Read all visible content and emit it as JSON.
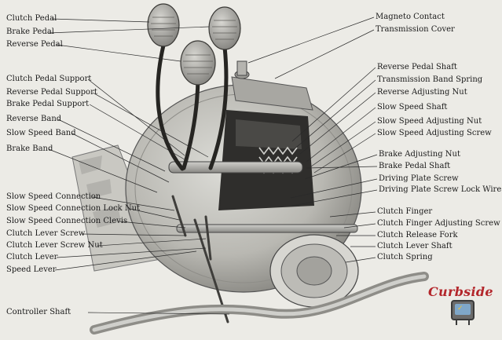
{
  "diagram": {
    "labels_left": [
      "Clutch Pedal",
      "Brake Pedal",
      "Reverse Pedal",
      "Clutch Pedal Support",
      "Reverse Pedal Support",
      "Brake Pedal Support",
      "Reverse Band",
      "Slow Speed Band",
      "Brake Band",
      "Slow Speed Connection",
      "Slow Speed Connection Lock Nut",
      "Slow Speed Connection Clevis",
      "Clutch Lever Screw",
      "Clutch Lever Screw Nut",
      "Clutch Lever",
      "Speed Lever",
      "Controller Shaft"
    ],
    "labels_right": [
      "Magneto Contact",
      "Transmission Cover",
      "Reverse Pedal Shaft",
      "Transmission Band Spring",
      "Reverse Adjusting Nut",
      "Slow Speed Shaft",
      "Slow Speed Adjusting Nut",
      "Slow Speed Adjusting Screw",
      "Brake Adjusting Nut",
      "Brake Pedal Shaft",
      "Driving Plate Screw",
      "Driving Plate Screw Lock Wire",
      "Clutch Finger",
      "Clutch Finger Adjusting Screw",
      "Clutch Release Fork",
      "Clutch Lever Shaft",
      "Clutch Spring"
    ]
  },
  "watermark": {
    "text": "Curbside",
    "icon": "tv-icon",
    "color": "#b3262b"
  }
}
